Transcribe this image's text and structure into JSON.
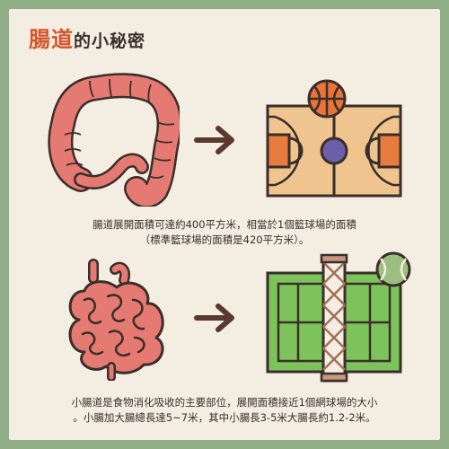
{
  "title": {
    "accent": "腸道",
    "rest": "的小秘密"
  },
  "section1": {
    "caption_line1": "腸道展開面積可達約400平方米，相當於1個籃球場的面積",
    "caption_line2": "（標準籃球場的面積是420平方米）。"
  },
  "section2": {
    "caption_line1": "小腸道是食物消化吸收的主要部位，展開面積接近1個網球場的大小",
    "caption_line2": "。小腸加大腸總長達5~7米，其中小腸長3-5米大腸長約1.2-2米。"
  },
  "colors": {
    "background": "#8fae85",
    "card": "#f4ede1",
    "accent": "#d4542b",
    "intestine": "#e57a72",
    "court_wood": "#f0c48e",
    "tennis_green": "#7dc35c"
  }
}
